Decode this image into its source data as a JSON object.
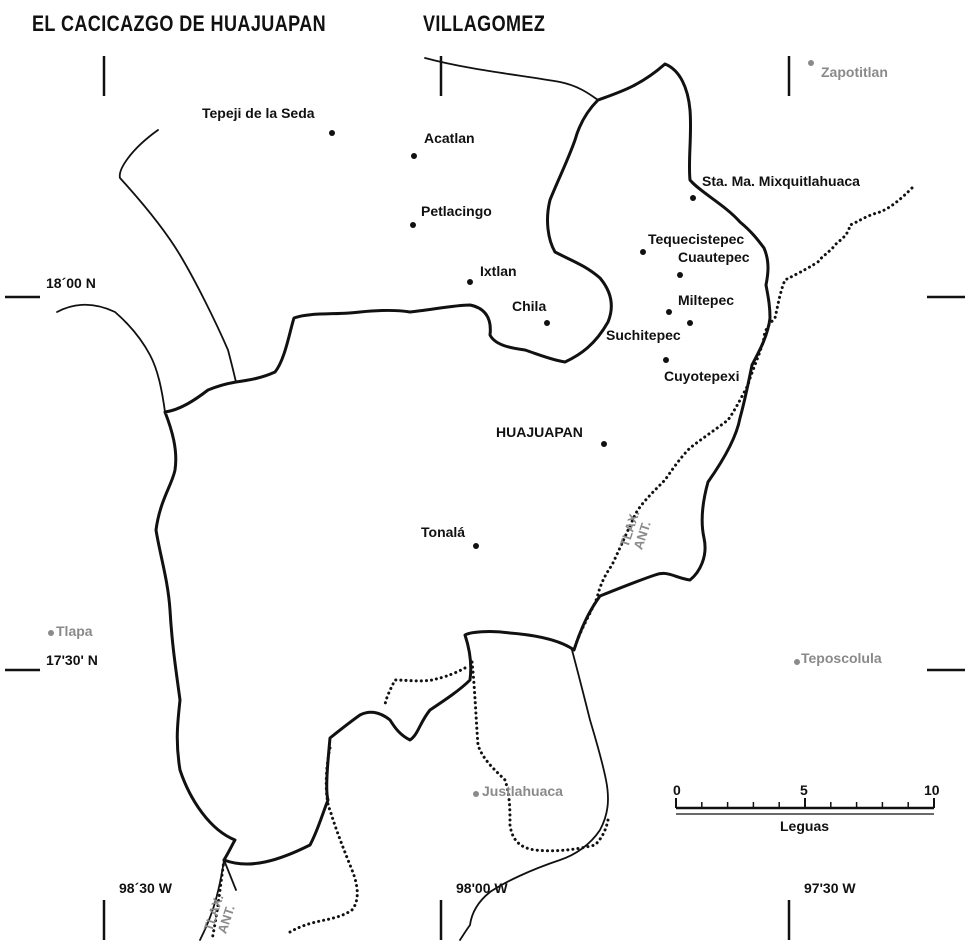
{
  "title": {
    "main": "EL CACICAZGO DE HUAJUAPAN",
    "sub": "VILLAGOMEZ"
  },
  "places": [
    {
      "name": "Tepeji de la Seda"
    },
    {
      "name": "Acatlan"
    },
    {
      "name": "Petlacingo"
    },
    {
      "name": "Ixtlan"
    },
    {
      "name": "Chila"
    },
    {
      "name": "Sta. Ma. Mixquitlahuaca"
    },
    {
      "name": "Tequecistepec"
    },
    {
      "name": "Cuautepec"
    },
    {
      "name": "Miltepec"
    },
    {
      "name": "Suchitepec"
    },
    {
      "name": "Cuyotepexi"
    },
    {
      "name": "HUAJUAPAN"
    },
    {
      "name": "Tonalá"
    }
  ],
  "external_places": [
    {
      "name": "Zapotitlan"
    },
    {
      "name": "Tlapa"
    },
    {
      "name": "Teposcolula"
    },
    {
      "name": "Justlahuaca"
    }
  ],
  "coordinates": {
    "lat_top": "18´00 N",
    "lat_bottom": "17'30' N",
    "lon_left": "98´30 W",
    "lon_mid": "98'00 W",
    "lon_right": "97'30 W"
  },
  "route_labels": {
    "upper_line1": "TLAX.",
    "upper_line2": "ANT.",
    "lower_line1": "TLAX.",
    "lower_line2": "ANT."
  },
  "scale_bar": {
    "tick_0": "0",
    "tick_mid": "5",
    "tick_max": "10",
    "unit": "Leguas"
  },
  "colors": {
    "ink": "#111111",
    "external_grey": "#8a8a8a",
    "background": "#ffffff"
  }
}
